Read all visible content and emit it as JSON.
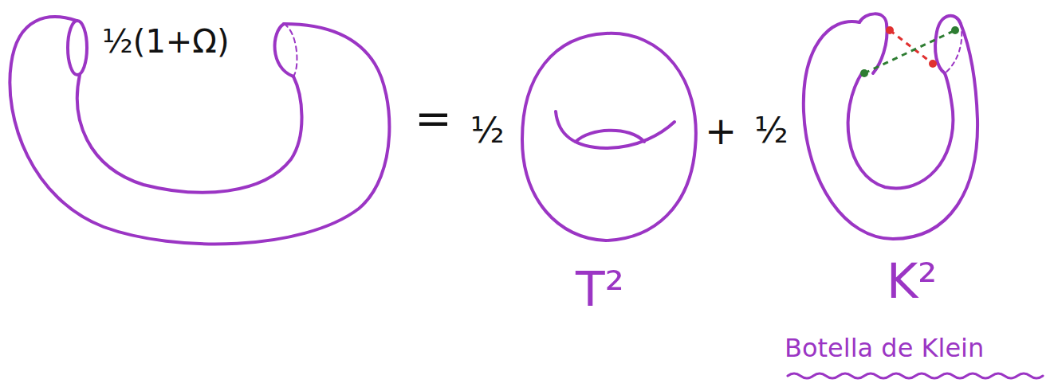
{
  "diagram": {
    "labels": [
      "½(1+Ω)",
      "=",
      "½",
      "+",
      "½",
      "T²",
      "K²",
      "Botella de Klein"
    ]
  }
}
